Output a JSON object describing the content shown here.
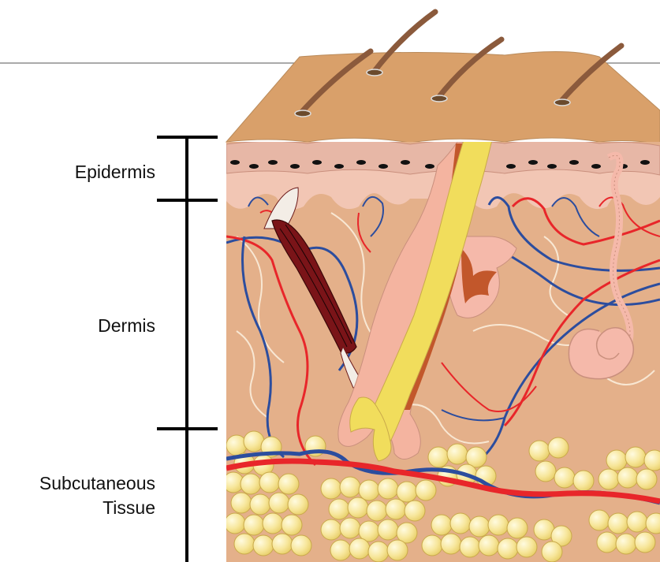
{
  "labels": {
    "epidermis": "Epidermis",
    "dermis": "Dermis",
    "subcutaneous": "Subcutaneous\nTissue"
  },
  "colors": {
    "epidermis_top": "#d9a06a",
    "epidermis_band": "#e7b7a6",
    "dermis": "#e4b08a",
    "dermis_upper": "#f2c6b4",
    "hair_shaft": "#8b5a3c",
    "follicle_outer": "#f4b4a0",
    "follicle_sheath": "#c2572b",
    "hair_inner": "#f1dd5c",
    "muscle": "#7a1418",
    "artery": "#e8262a",
    "vein": "#2c4d9e",
    "fat": "#f7e69a",
    "gland": "#f5b9aa",
    "nerve": "#f8e7d3",
    "bracket": "#000000"
  },
  "icons": [
    "hair-icon",
    "fat-cell-icon",
    "sweat-gland-icon",
    "sebaceous-gland-icon",
    "arrector-pili-muscle-icon",
    "blood-vessel-icon"
  ]
}
